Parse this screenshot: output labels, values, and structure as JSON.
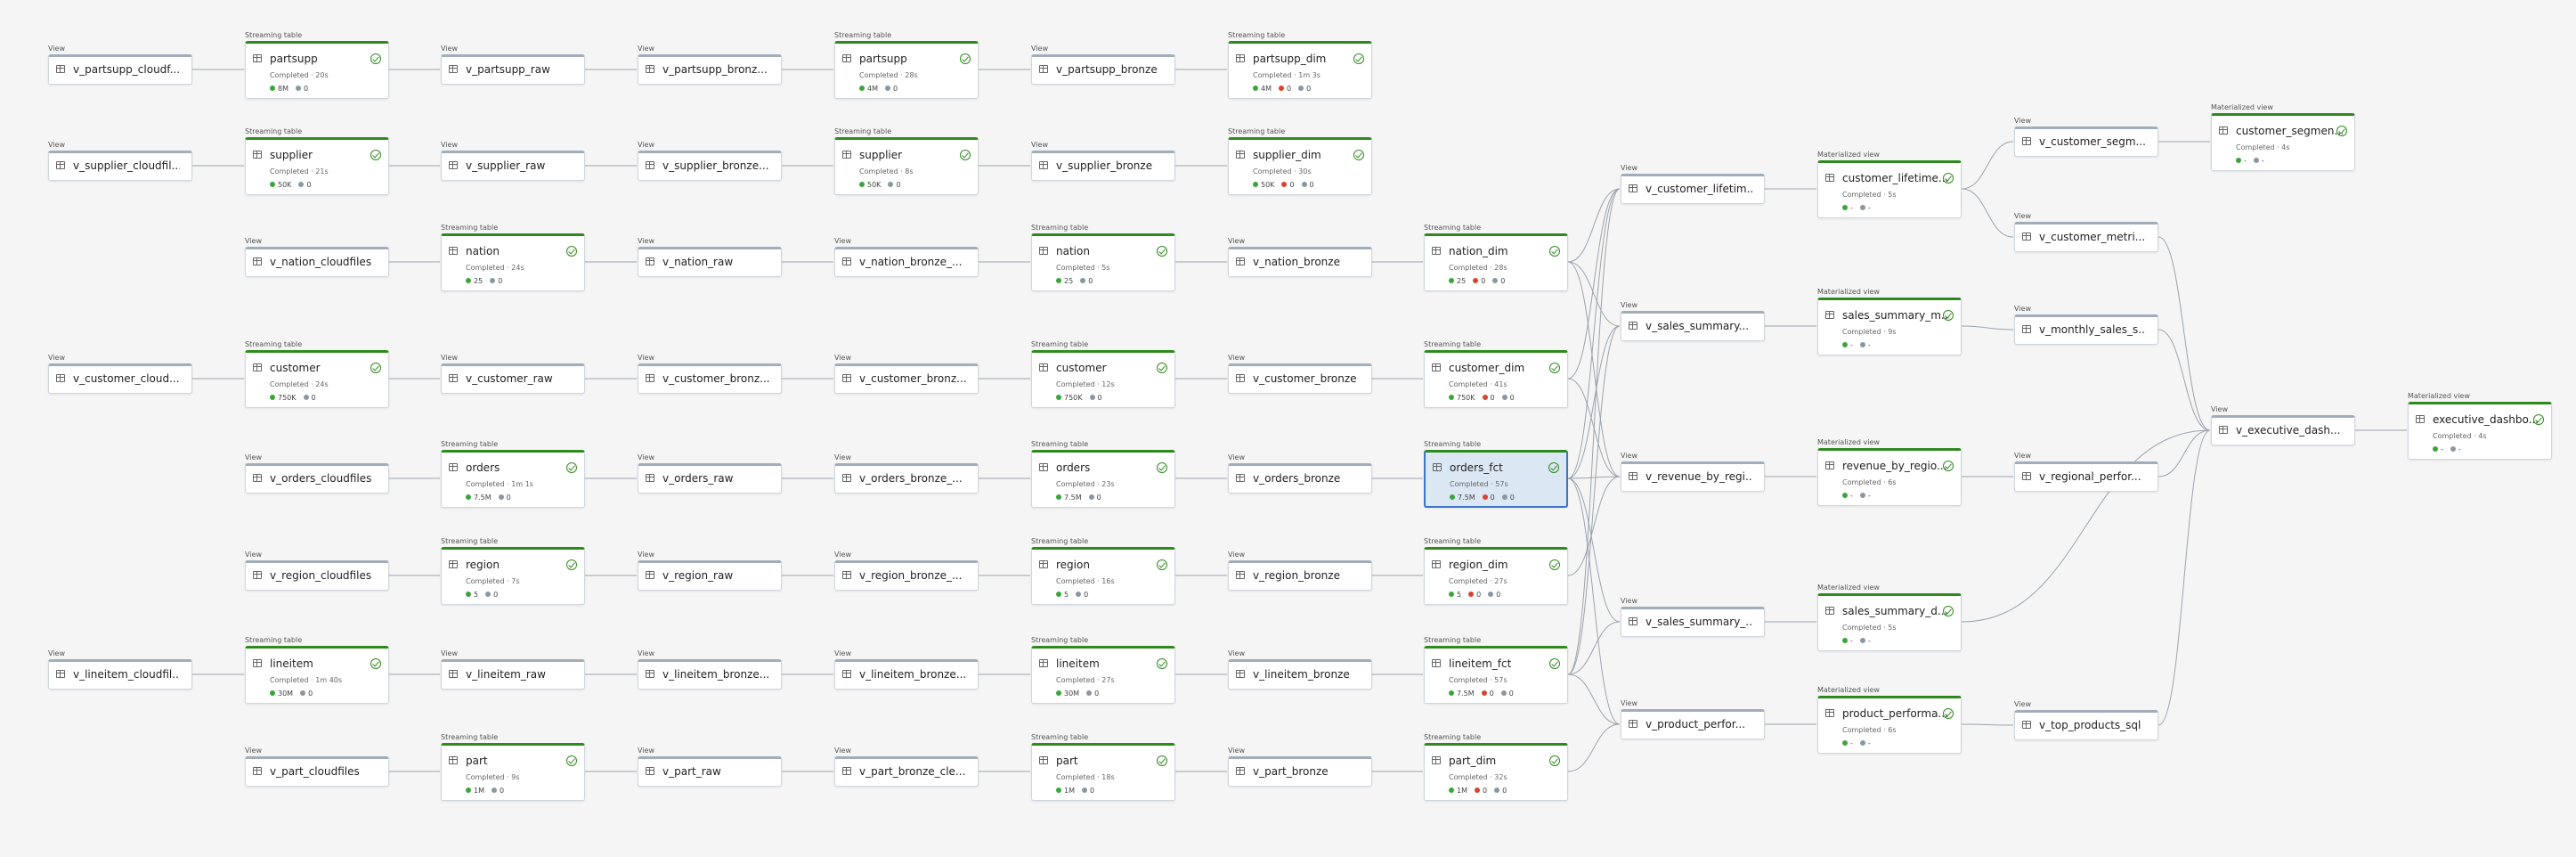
{
  "colors": {
    "accent_table": "#2f8a1e",
    "accent_view": "#a2adbb",
    "edge": "#9aa3ad",
    "selected_fill": "#dbe7f3",
    "selected_border": "#3b75c6",
    "dot_green": "#3aa63a",
    "dot_gray": "#8d96a0",
    "dot_red": "#d9432e"
  },
  "nodes": [
    {
      "id": "n_ps0",
      "type": "View",
      "name": "v_partsupp_cloudf...",
      "kind": "view"
    },
    {
      "id": "n_ps1",
      "type": "Streaming table",
      "name": "partsupp",
      "kind": "table",
      "status": "Completed · 20s",
      "stats": [
        [
          "green",
          "8M"
        ],
        [
          "gray",
          "0"
        ]
      ]
    },
    {
      "id": "n_ps2",
      "type": "View",
      "name": "v_partsupp_raw",
      "kind": "view"
    },
    {
      "id": "n_ps3",
      "type": "View",
      "name": "v_partsupp_bronz...",
      "kind": "view"
    },
    {
      "id": "n_ps4",
      "type": "Streaming table",
      "name": "partsupp",
      "kind": "table",
      "status": "Completed · 28s",
      "stats": [
        [
          "green",
          "4M"
        ],
        [
          "gray",
          "0"
        ]
      ]
    },
    {
      "id": "n_ps5",
      "type": "View",
      "name": "v_partsupp_bronze",
      "kind": "view"
    },
    {
      "id": "n_ps6",
      "type": "Streaming table",
      "name": "partsupp_dim",
      "kind": "table",
      "status": "Completed · 1m 3s",
      "stats": [
        [
          "green",
          "4M"
        ],
        [
          "red",
          "0"
        ],
        [
          "gray",
          "0"
        ]
      ]
    },
    {
      "id": "n_su0",
      "type": "View",
      "name": "v_supplier_cloudfil...",
      "kind": "view"
    },
    {
      "id": "n_su1",
      "type": "Streaming table",
      "name": "supplier",
      "kind": "table",
      "status": "Completed · 21s",
      "stats": [
        [
          "green",
          "50K"
        ],
        [
          "gray",
          "0"
        ]
      ]
    },
    {
      "id": "n_su2",
      "type": "View",
      "name": "v_supplier_raw",
      "kind": "view"
    },
    {
      "id": "n_su3",
      "type": "View",
      "name": "v_supplier_bronze...",
      "kind": "view"
    },
    {
      "id": "n_su4",
      "type": "Streaming table",
      "name": "supplier",
      "kind": "table",
      "status": "Completed · 8s",
      "stats": [
        [
          "green",
          "50K"
        ],
        [
          "gray",
          "0"
        ]
      ]
    },
    {
      "id": "n_su5",
      "type": "View",
      "name": "v_supplier_bronze",
      "kind": "view"
    },
    {
      "id": "n_su6",
      "type": "Streaming table",
      "name": "supplier_dim",
      "kind": "table",
      "status": "Completed · 30s",
      "stats": [
        [
          "green",
          "50K"
        ],
        [
          "red",
          "0"
        ],
        [
          "gray",
          "0"
        ]
      ]
    },
    {
      "id": "n_na1",
      "type": "View",
      "name": "v_nation_cloudfiles",
      "kind": "view"
    },
    {
      "id": "n_na2",
      "type": "Streaming table",
      "name": "nation",
      "kind": "table",
      "status": "Completed · 24s",
      "stats": [
        [
          "green",
          "25"
        ],
        [
          "gray",
          "0"
        ]
      ]
    },
    {
      "id": "n_na3",
      "type": "View",
      "name": "v_nation_raw",
      "kind": "view"
    },
    {
      "id": "n_na4",
      "type": "View",
      "name": "v_nation_bronze_...",
      "kind": "view"
    },
    {
      "id": "n_na5",
      "type": "Streaming table",
      "name": "nation",
      "kind": "table",
      "status": "Completed · 5s",
      "stats": [
        [
          "green",
          "25"
        ],
        [
          "gray",
          "0"
        ]
      ]
    },
    {
      "id": "n_na6",
      "type": "View",
      "name": "v_nation_bronze",
      "kind": "view"
    },
    {
      "id": "n_na7",
      "type": "Streaming table",
      "name": "nation_dim",
      "kind": "table",
      "status": "Completed · 28s",
      "stats": [
        [
          "green",
          "25"
        ],
        [
          "red",
          "0"
        ],
        [
          "gray",
          "0"
        ]
      ]
    },
    {
      "id": "n_cu0",
      "type": "View",
      "name": "v_customer_cloud...",
      "kind": "view"
    },
    {
      "id": "n_cu1",
      "type": "Streaming table",
      "name": "customer",
      "kind": "table",
      "status": "Completed · 24s",
      "stats": [
        [
          "green",
          "750K"
        ],
        [
          "gray",
          "0"
        ]
      ]
    },
    {
      "id": "n_cu2",
      "type": "View",
      "name": "v_customer_raw",
      "kind": "view"
    },
    {
      "id": "n_cu3",
      "type": "View",
      "name": "v_customer_bronz...",
      "kind": "view"
    },
    {
      "id": "n_cu4",
      "type": "View",
      "name": "v_customer_bronz...",
      "kind": "view"
    },
    {
      "id": "n_cu5",
      "type": "Streaming table",
      "name": "customer",
      "kind": "table",
      "status": "Completed · 12s",
      "stats": [
        [
          "green",
          "750K"
        ],
        [
          "gray",
          "0"
        ]
      ]
    },
    {
      "id": "n_cu6",
      "type": "View",
      "name": "v_customer_bronze",
      "kind": "view"
    },
    {
      "id": "n_cu7",
      "type": "Streaming table",
      "name": "customer_dim",
      "kind": "table",
      "status": "Completed · 41s",
      "stats": [
        [
          "green",
          "750K"
        ],
        [
          "red",
          "0"
        ],
        [
          "gray",
          "0"
        ]
      ]
    },
    {
      "id": "n_or1",
      "type": "View",
      "name": "v_orders_cloudfiles",
      "kind": "view"
    },
    {
      "id": "n_or2",
      "type": "Streaming table",
      "name": "orders",
      "kind": "table",
      "status": "Completed · 1m 1s",
      "stats": [
        [
          "green",
          "7.5M"
        ],
        [
          "gray",
          "0"
        ]
      ]
    },
    {
      "id": "n_or3",
      "type": "View",
      "name": "v_orders_raw",
      "kind": "view"
    },
    {
      "id": "n_or4",
      "type": "View",
      "name": "v_orders_bronze_...",
      "kind": "view"
    },
    {
      "id": "n_or5",
      "type": "Streaming table",
      "name": "orders",
      "kind": "table",
      "status": "Completed · 23s",
      "stats": [
        [
          "green",
          "7.5M"
        ],
        [
          "gray",
          "0"
        ]
      ]
    },
    {
      "id": "n_or6",
      "type": "View",
      "name": "v_orders_bronze",
      "kind": "view"
    },
    {
      "id": "n_or7",
      "type": "Streaming table",
      "name": "orders_fct",
      "kind": "table",
      "status": "Completed · 57s",
      "stats": [
        [
          "green",
          "7.5M"
        ],
        [
          "red",
          "0"
        ],
        [
          "gray",
          "0"
        ]
      ],
      "selected": true
    },
    {
      "id": "n_re1",
      "type": "View",
      "name": "v_region_cloudfiles",
      "kind": "view"
    },
    {
      "id": "n_re2",
      "type": "Streaming table",
      "name": "region",
      "kind": "table",
      "status": "Completed · 7s",
      "stats": [
        [
          "green",
          "5"
        ],
        [
          "gray",
          "0"
        ]
      ]
    },
    {
      "id": "n_re3",
      "type": "View",
      "name": "v_region_raw",
      "kind": "view"
    },
    {
      "id": "n_re4",
      "type": "View",
      "name": "v_region_bronze_...",
      "kind": "view"
    },
    {
      "id": "n_re5",
      "type": "Streaming table",
      "name": "region",
      "kind": "table",
      "status": "Completed · 16s",
      "stats": [
        [
          "green",
          "5"
        ],
        [
          "gray",
          "0"
        ]
      ]
    },
    {
      "id": "n_re6",
      "type": "View",
      "name": "v_region_bronze",
      "kind": "view"
    },
    {
      "id": "n_re7",
      "type": "Streaming table",
      "name": "region_dim",
      "kind": "table",
      "status": "Completed · 27s",
      "stats": [
        [
          "green",
          "5"
        ],
        [
          "red",
          "0"
        ],
        [
          "gray",
          "0"
        ]
      ]
    },
    {
      "id": "n_li0",
      "type": "View",
      "name": "v_lineitem_cloudfil...",
      "kind": "view"
    },
    {
      "id": "n_li1",
      "type": "Streaming table",
      "name": "lineitem",
      "kind": "table",
      "status": "Completed · 1m 40s",
      "stats": [
        [
          "green",
          "30M"
        ],
        [
          "gray",
          "0"
        ]
      ]
    },
    {
      "id": "n_li2",
      "type": "View",
      "name": "v_lineitem_raw",
      "kind": "view"
    },
    {
      "id": "n_li3",
      "type": "View",
      "name": "v_lineitem_bronze...",
      "kind": "view"
    },
    {
      "id": "n_li4",
      "type": "View",
      "name": "v_lineitem_bronze...",
      "kind": "view"
    },
    {
      "id": "n_li5",
      "type": "Streaming table",
      "name": "lineitem",
      "kind": "table",
      "status": "Completed · 27s",
      "stats": [
        [
          "green",
          "30M"
        ],
        [
          "gray",
          "0"
        ]
      ]
    },
    {
      "id": "n_li6",
      "type": "View",
      "name": "v_lineitem_bronze",
      "kind": "view"
    },
    {
      "id": "n_li7",
      "type": "Streaming table",
      "name": "lineitem_fct",
      "kind": "table",
      "status": "Completed · 57s",
      "stats": [
        [
          "green",
          "7.5M"
        ],
        [
          "red",
          "0"
        ],
        [
          "gray",
          "0"
        ]
      ]
    },
    {
      "id": "n_pa1",
      "type": "View",
      "name": "v_part_cloudfiles",
      "kind": "view"
    },
    {
      "id": "n_pa2",
      "type": "Streaming table",
      "name": "part",
      "kind": "table",
      "status": "Completed · 9s",
      "stats": [
        [
          "green",
          "1M"
        ],
        [
          "gray",
          "0"
        ]
      ]
    },
    {
      "id": "n_pa3",
      "type": "View",
      "name": "v_part_raw",
      "kind": "view"
    },
    {
      "id": "n_pa4",
      "type": "View",
      "name": "v_part_bronze_cle...",
      "kind": "view"
    },
    {
      "id": "n_pa5",
      "type": "Streaming table",
      "name": "part",
      "kind": "table",
      "status": "Completed · 18s",
      "stats": [
        [
          "green",
          "1M"
        ],
        [
          "gray",
          "0"
        ]
      ]
    },
    {
      "id": "n_pa6",
      "type": "View",
      "name": "v_part_bronze",
      "kind": "view"
    },
    {
      "id": "n_pa7",
      "type": "Streaming table",
      "name": "part_dim",
      "kind": "table",
      "status": "Completed · 32s",
      "stats": [
        [
          "green",
          "1M"
        ],
        [
          "red",
          "0"
        ],
        [
          "gray",
          "0"
        ]
      ]
    },
    {
      "id": "v_cl",
      "type": "View",
      "name": "v_customer_lifetim...",
      "kind": "view"
    },
    {
      "id": "v_ss",
      "type": "View",
      "name": "v_sales_summary...",
      "kind": "view"
    },
    {
      "id": "v_rr",
      "type": "View",
      "name": "v_revenue_by_regi...",
      "kind": "view"
    },
    {
      "id": "v_ss2",
      "type": "View",
      "name": "v_sales_summary_...",
      "kind": "view"
    },
    {
      "id": "v_pp",
      "type": "View",
      "name": "v_product_perfor...",
      "kind": "view"
    },
    {
      "id": "m_cl",
      "type": "Materialized view",
      "name": "customer_lifetime...",
      "kind": "table",
      "status": "Completed · 5s",
      "stats": [
        [
          "green",
          "-"
        ],
        [
          "gray",
          "-"
        ]
      ]
    },
    {
      "id": "m_ss",
      "type": "Materialized view",
      "name": "sales_summary_m...",
      "kind": "table",
      "status": "Completed · 9s",
      "stats": [
        [
          "green",
          "-"
        ],
        [
          "gray",
          "-"
        ]
      ]
    },
    {
      "id": "m_rr",
      "type": "Materialized view",
      "name": "revenue_by_regio...",
      "kind": "table",
      "status": "Completed · 6s",
      "stats": [
        [
          "green",
          "-"
        ],
        [
          "gray",
          "-"
        ]
      ]
    },
    {
      "id": "m_ssd",
      "type": "Materialized view",
      "name": "sales_summary_d...",
      "kind": "table",
      "status": "Completed · 5s",
      "stats": [
        [
          "green",
          "-"
        ],
        [
          "gray",
          "-"
        ]
      ]
    },
    {
      "id": "m_pp",
      "type": "Materialized view",
      "name": "product_performa...",
      "kind": "table",
      "status": "Completed · 6s",
      "stats": [
        [
          "green",
          "-"
        ],
        [
          "gray",
          "-"
        ]
      ]
    },
    {
      "id": "v_cseg",
      "type": "View",
      "name": "v_customer_segm...",
      "kind": "view"
    },
    {
      "id": "v_cmet",
      "type": "View",
      "name": "v_customer_metri...",
      "kind": "view"
    },
    {
      "id": "v_ms",
      "type": "View",
      "name": "v_monthly_sales_s...",
      "kind": "view"
    },
    {
      "id": "v_rp",
      "type": "View",
      "name": "v_regional_perfor...",
      "kind": "view"
    },
    {
      "id": "v_tp",
      "type": "View",
      "name": "v_top_products_sql",
      "kind": "view"
    },
    {
      "id": "m_cseg",
      "type": "Materialized view",
      "name": "customer_segmen...",
      "kind": "table",
      "status": "Completed · 4s",
      "stats": [
        [
          "green",
          "-"
        ],
        [
          "gray",
          "-"
        ]
      ]
    },
    {
      "id": "v_ed",
      "type": "View",
      "name": "v_executive_dash...",
      "kind": "view"
    },
    {
      "id": "m_ed",
      "type": "Materialized view",
      "name": "executive_dashbo...",
      "kind": "table",
      "status": "Completed · 4s",
      "stats": [
        [
          "green",
          "-"
        ],
        [
          "gray",
          "-"
        ]
      ]
    }
  ]
}
